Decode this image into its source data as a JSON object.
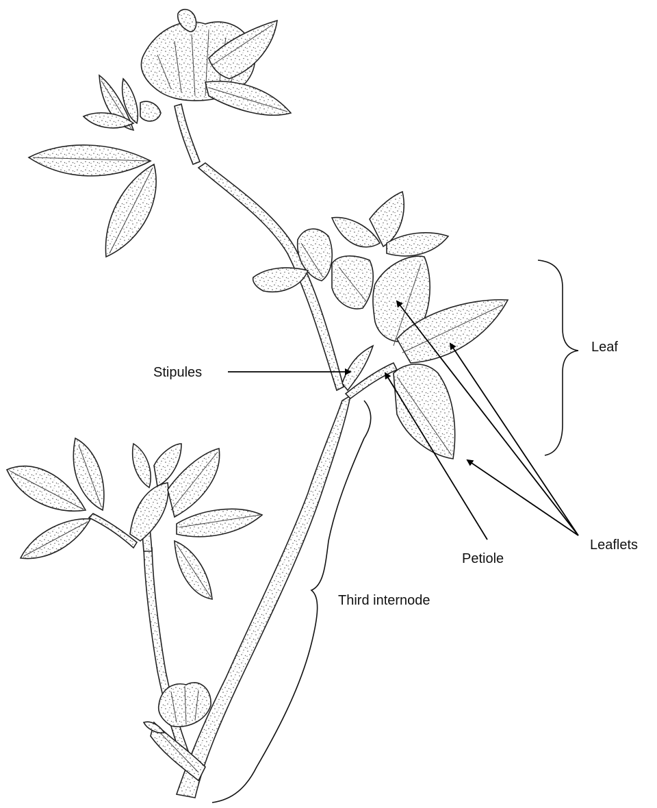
{
  "diagram": {
    "labels": {
      "stipules": "Stipules",
      "leaf": "Leaf",
      "petiole": "Petiole",
      "leaflets": "Leaflets",
      "third_internode": "Third internode"
    },
    "colors": {
      "ink": "#222222",
      "background": "#ffffff"
    }
  }
}
